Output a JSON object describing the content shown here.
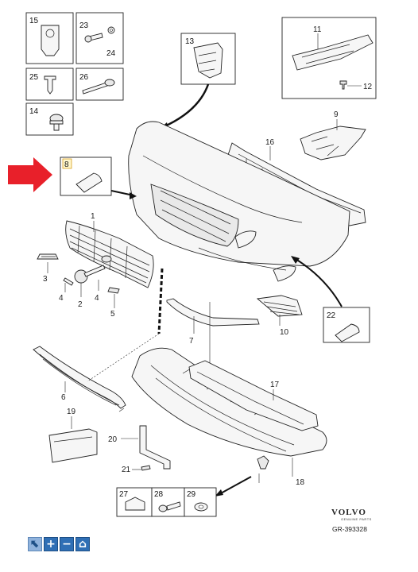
{
  "diagram": {
    "callouts": {
      "c1": "1",
      "c2": "2",
      "c3": "3",
      "c4a": "4",
      "c4b": "4",
      "c5": "5",
      "c6": "6",
      "c7": "7",
      "c9": "9",
      "c10": "10",
      "c11": "11",
      "c12": "12",
      "c16": "16",
      "c17": "17",
      "c18": "18",
      "c19": "19",
      "c20": "20",
      "c21": "21"
    },
    "boxes": {
      "b15": "15",
      "b23": "23",
      "b24": "24",
      "b25": "25",
      "b26": "26",
      "b14": "14",
      "b13": "13",
      "b8": "8",
      "b22": "22",
      "b27": "27",
      "b28": "28",
      "b29": "29"
    },
    "highlight_color": "#e8202a",
    "brand": {
      "name": "VOLVO",
      "tagline": "GENUINE PARTS",
      "reference": "GR-393328"
    }
  },
  "toolbar": {
    "buttons": [
      {
        "name": "select-tool",
        "glyph": "⬉"
      },
      {
        "name": "zoom-in",
        "glyph": "+"
      },
      {
        "name": "zoom-out",
        "glyph": "−"
      },
      {
        "name": "home",
        "glyph": "⌂"
      }
    ]
  }
}
